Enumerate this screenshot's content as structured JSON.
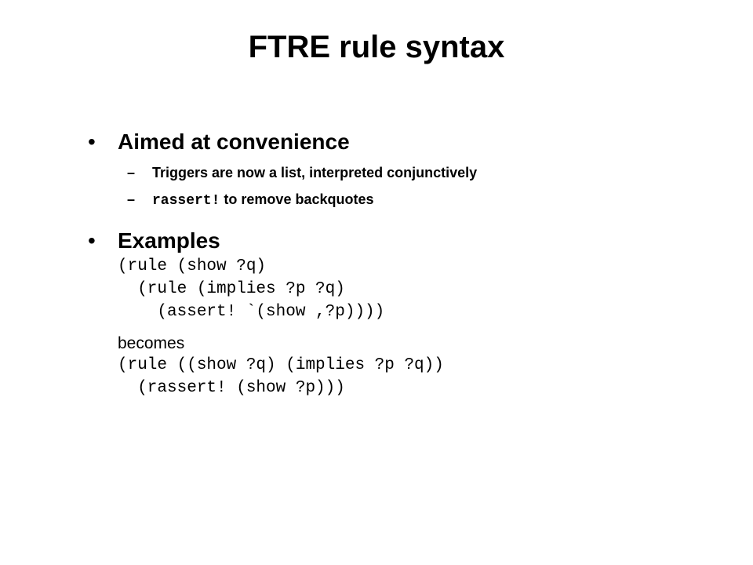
{
  "slide": {
    "title": "FTRE rule syntax",
    "bullets": [
      {
        "mark": "•",
        "text": "Aimed at convenience",
        "sub": [
          {
            "mark": "–",
            "text": "Triggers are now a list, interpreted conjunctively"
          },
          {
            "mark": "–",
            "code": "rassert!",
            "text": " to remove backquotes"
          }
        ]
      },
      {
        "mark": "•",
        "text": "Examples"
      }
    ],
    "example_before": [
      "(rule (show ?q)",
      "  (rule (implies ?p ?q)",
      "    (assert! `(show ,?p))))"
    ],
    "becomes_label": "becomes",
    "example_after": [
      "(rule ((show ?q) (implies ?p ?q))",
      "  (rassert! (show ?p)))"
    ]
  }
}
